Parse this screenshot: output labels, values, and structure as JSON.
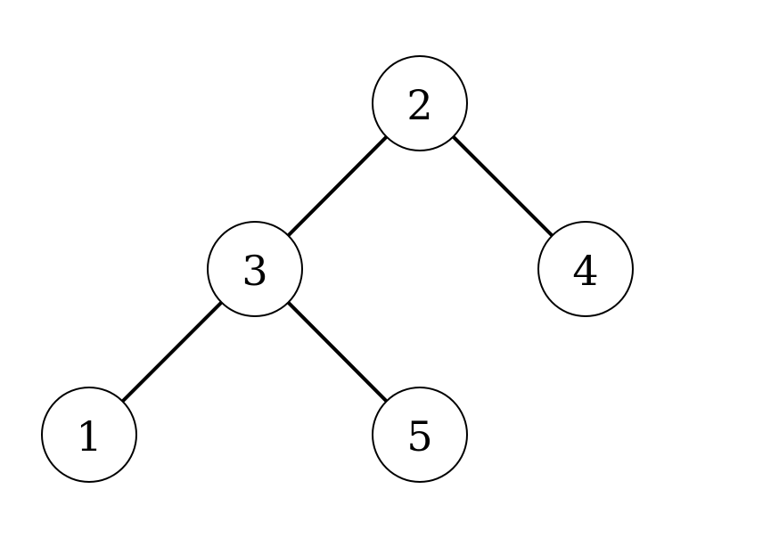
{
  "diagram": {
    "type": "binary-tree",
    "nodes": [
      {
        "id": "n2",
        "label": "2"
      },
      {
        "id": "n3",
        "label": "3"
      },
      {
        "id": "n4",
        "label": "4"
      },
      {
        "id": "n1",
        "label": "1"
      },
      {
        "id": "n5",
        "label": "5"
      }
    ],
    "edges": [
      {
        "from": "n2",
        "to": "n3"
      },
      {
        "from": "n2",
        "to": "n4"
      },
      {
        "from": "n3",
        "to": "n1"
      },
      {
        "from": "n3",
        "to": "n5"
      }
    ]
  }
}
